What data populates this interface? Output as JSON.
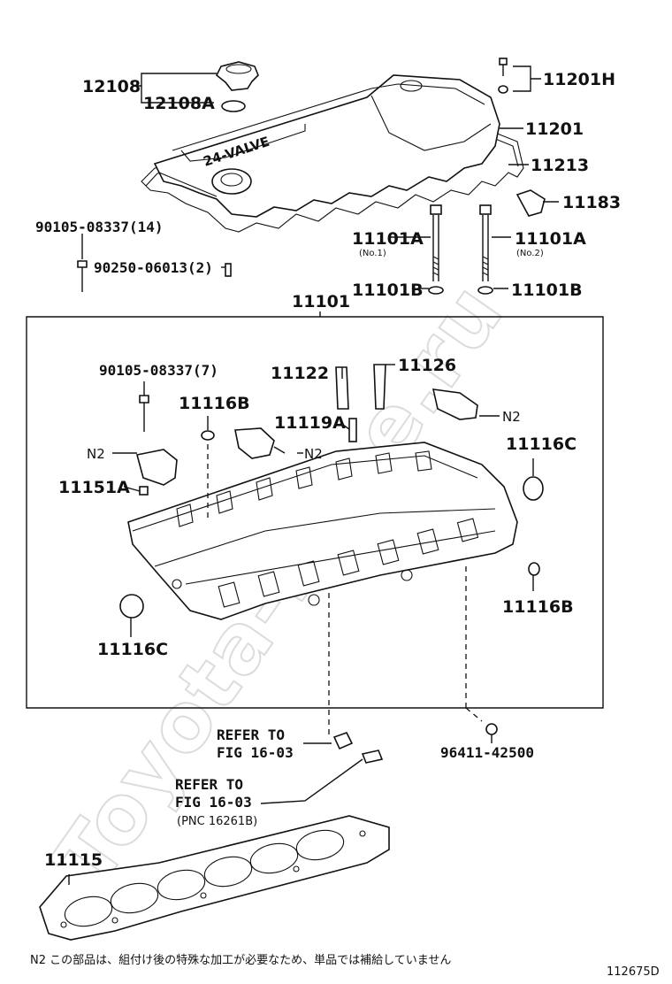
{
  "watermark": "Toyota-Mine.ru",
  "cover_text": "24-VALVE",
  "callouts": {
    "p12108": "12108",
    "p12108A": "12108A",
    "p11201H": "11201H",
    "p11201": "11201",
    "p11213": "11213",
    "p11183": "11183",
    "p90105_14": "90105-08337(14)",
    "p90250": "90250-06013(2)",
    "p11101A_1": "11101A",
    "p11101A_2": "11101A",
    "no1": "(No.1)",
    "no2": "(No.2)",
    "p11101B_1": "11101B",
    "p11101B_2": "11101B",
    "p11101": "11101",
    "p90105_7": "90105-08337(7)",
    "p11122": "11122",
    "p11126": "11126",
    "p11116B_top": "11116B",
    "p11119A": "11119A",
    "n2_a": "N2",
    "n2_b": "N2",
    "n2_c": "N2",
    "p11116C_right": "11116C",
    "p11151A": "11151A",
    "p11116B_right": "11116B",
    "p11116C_left": "11116C",
    "refer1_l1": "REFER TO",
    "refer1_l2": "FIG 16-03",
    "refer2_l1": "REFER TO",
    "refer2_l2": "FIG 16-03",
    "pnc": "(PNC 16261B)",
    "p96411": "96411-42500",
    "p11115": "11115"
  },
  "footnote": "N2 この部品は、組付け後の特殊な加工が必要なため、単品では補給していません",
  "diagram_code": "112675D"
}
